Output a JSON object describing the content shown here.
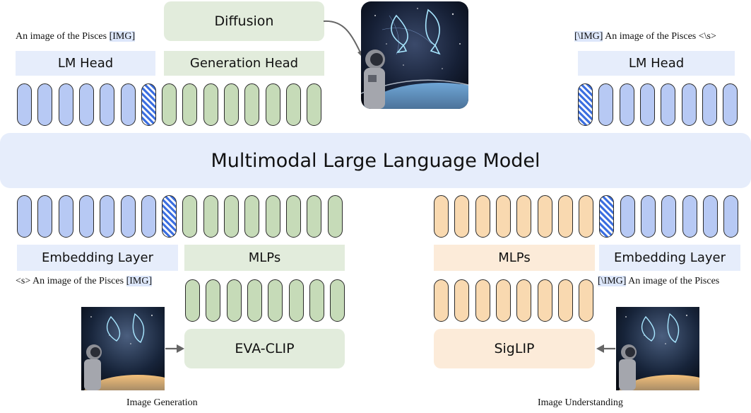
{
  "top_left": {
    "text_before": "An image of the Pisces ",
    "text_tag": "[IMG]",
    "lm_head": "LM Head",
    "diffusion": "Diffusion",
    "generation_head": "Generation Head"
  },
  "top_right": {
    "text_tag": "[\\IMG]",
    "text_after": " An image of the Pisces <\\s>",
    "lm_head": "LM Head"
  },
  "center": {
    "title": "Multimodal Large Language Model"
  },
  "bottom_left": {
    "embedding_layer": "Embedding Layer",
    "mlps": "MLPs",
    "text_before": "<s> An image of the Pisces ",
    "text_tag": "[IMG]",
    "encoder": "EVA-CLIP",
    "caption": "Image Generation"
  },
  "bottom_right": {
    "mlps": "MLPs",
    "embedding_layer": "Embedding Layer",
    "text_tag": "[\\IMG]",
    "text_after": " An image of the Pisces",
    "encoder": "SigLIP",
    "caption": "Image Understanding"
  },
  "colors": {
    "text_token": "#b7c9f4",
    "image_gen_token": "#c6dbb8",
    "image_und_token": "#f9d9b0",
    "special_token": "#3c6fe0",
    "llm_band": "#e6edfb"
  }
}
